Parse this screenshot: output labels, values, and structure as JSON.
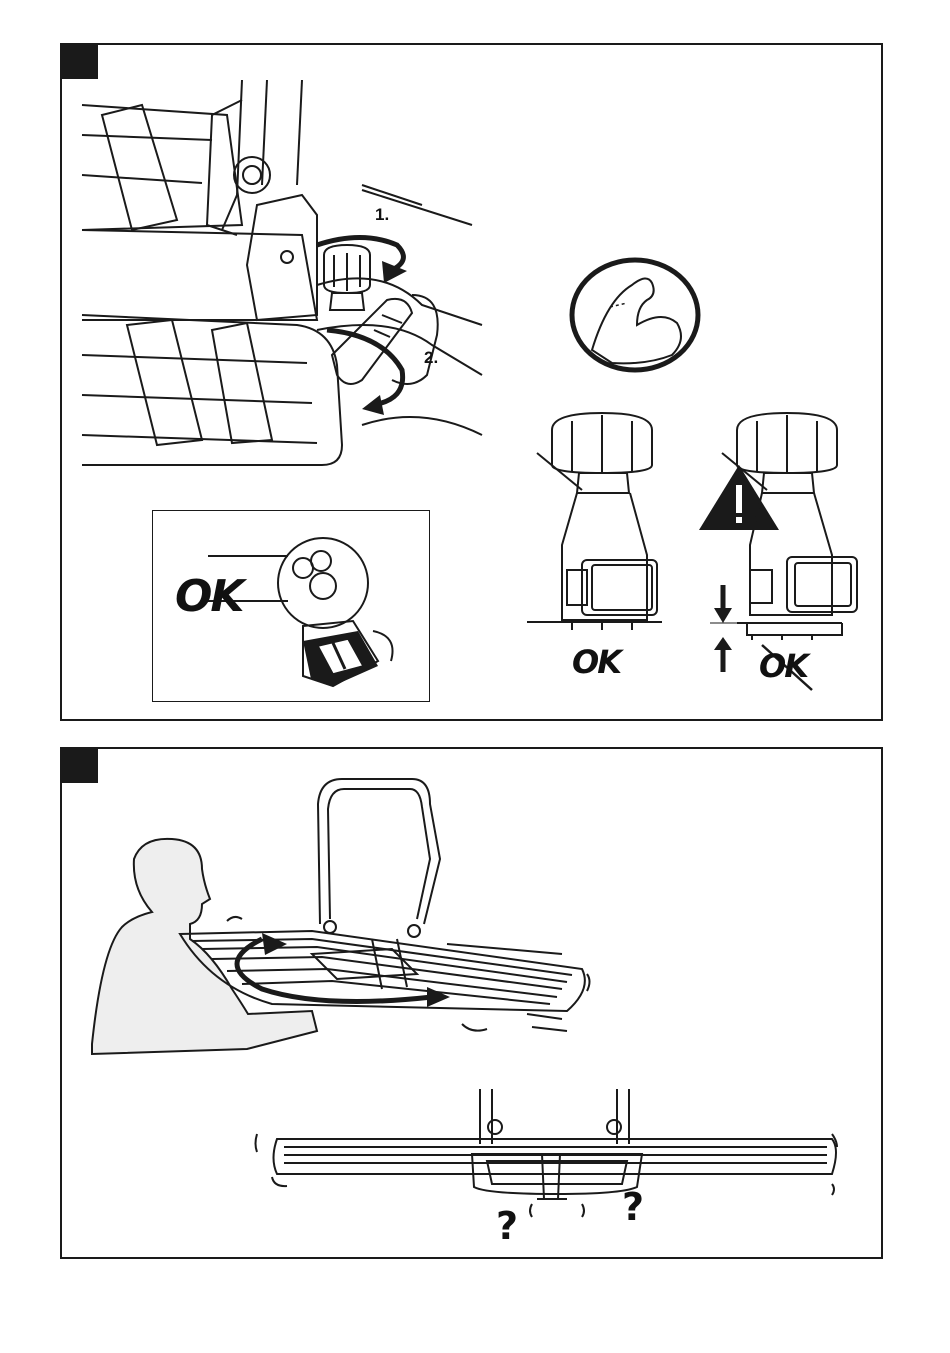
{
  "panel_top": {
    "step_labels": {
      "first": "1.",
      "second": "2."
    },
    "inset_ok": "OK",
    "compare_ok": "OK",
    "compare_not_ok": "OK",
    "warning_icon": "warning-triangle-icon",
    "strength_icon": "flexed-arm-icon"
  },
  "panel_bottom": {
    "question_mark_left": "?",
    "question_mark_right": "?"
  }
}
